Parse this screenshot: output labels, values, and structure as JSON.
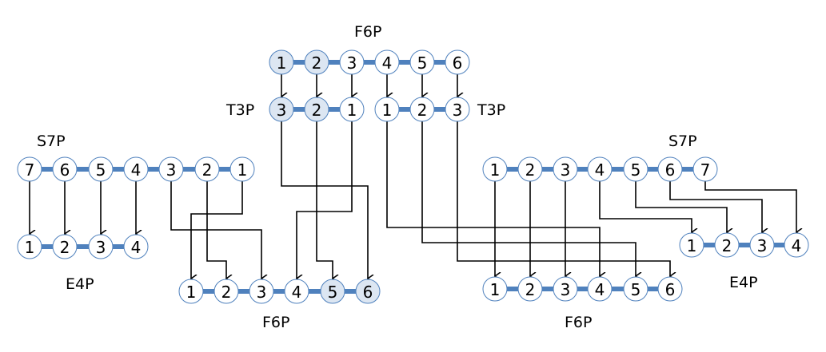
{
  "colors": {
    "bond": "#4f81bd",
    "node_fill": "#ffffff",
    "node_highlight": "#dce6f2",
    "edge": "#000000"
  },
  "molecules": [
    {
      "id": "f6p_top",
      "label": "F6P",
      "nodes": [
        "1",
        "2",
        "3",
        "4",
        "5",
        "6"
      ],
      "highlighted": [
        0,
        1
      ],
      "bonds": "all"
    },
    {
      "id": "t3p_a",
      "label": "T3P",
      "nodes": [
        "3",
        "2",
        "1"
      ],
      "highlighted": [
        0,
        1
      ],
      "bonds": "all"
    },
    {
      "id": "t3p_b",
      "label": "T3P",
      "nodes": [
        "1",
        "2",
        "3"
      ],
      "highlighted": [],
      "bonds": "all"
    },
    {
      "id": "s7p_left",
      "label": "S7P",
      "nodes": [
        "7",
        "6",
        "5",
        "4",
        "3",
        "2",
        "1"
      ],
      "highlighted": []
    },
    {
      "id": "e4p_left",
      "label": "E4P",
      "nodes": [
        "1",
        "2",
        "3",
        "4"
      ],
      "highlighted": []
    },
    {
      "id": "f6p_bottom_left",
      "label": "F6P",
      "nodes": [
        "1",
        "2",
        "3",
        "4",
        "5",
        "6"
      ],
      "highlighted": [
        4,
        5
      ]
    },
    {
      "id": "s7p_right",
      "label": "S7P",
      "nodes": [
        "1",
        "2",
        "3",
        "4",
        "5",
        "6",
        "7"
      ],
      "highlighted": []
    },
    {
      "id": "f6p_bottom_right",
      "label": "F6P",
      "nodes": [
        "1",
        "2",
        "3",
        "4",
        "5",
        "6"
      ],
      "highlighted": []
    },
    {
      "id": "e4p_right",
      "label": "E4P",
      "nodes": [
        "1",
        "2",
        "3",
        "4"
      ],
      "highlighted": []
    }
  ],
  "mappings": [
    {
      "from": "f6p_top",
      "to": "t3p_a",
      "pairs": [
        [
          0,
          0
        ],
        [
          1,
          1
        ],
        [
          2,
          2
        ]
      ]
    },
    {
      "from": "f6p_top",
      "to": "t3p_b",
      "pairs": [
        [
          3,
          0
        ],
        [
          4,
          1
        ],
        [
          5,
          2
        ]
      ]
    },
    {
      "from": "s7p_left",
      "to": "e4p_left",
      "pairs": [
        [
          0,
          0
        ],
        [
          1,
          1
        ],
        [
          2,
          2
        ],
        [
          3,
          3
        ]
      ]
    },
    {
      "from": "s7p_left",
      "to": "f6p_bottom_left",
      "pairs": [
        [
          6,
          0
        ],
        [
          5,
          1
        ],
        [
          4,
          2
        ]
      ]
    },
    {
      "from": "t3p_a",
      "to": "f6p_bottom_left",
      "pairs": [
        [
          2,
          3
        ],
        [
          1,
          4
        ],
        [
          0,
          5
        ]
      ]
    },
    {
      "from": "t3p_b",
      "to": "f6p_bottom_right",
      "pairs": [
        [
          0,
          3
        ],
        [
          1,
          4
        ],
        [
          2,
          5
        ]
      ]
    },
    {
      "from": "s7p_right",
      "to": "f6p_bottom_right",
      "pairs": [
        [
          0,
          0
        ],
        [
          1,
          1
        ],
        [
          2,
          2
        ]
      ]
    },
    {
      "from": "s7p_right",
      "to": "e4p_right",
      "pairs": [
        [
          3,
          0
        ],
        [
          4,
          1
        ],
        [
          5,
          2
        ],
        [
          6,
          3
        ]
      ]
    }
  ]
}
